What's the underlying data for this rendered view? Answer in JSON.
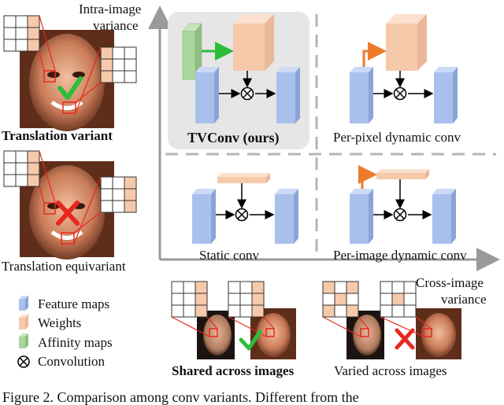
{
  "axes": {
    "y_label_line1": "Intra-image",
    "y_label_line2": "variance",
    "x_label_line1": "Cross-image",
    "x_label_line2": "variance"
  },
  "quadrants": {
    "tvconv": "TVConv (ours)",
    "per_pixel": "Per-pixel dynamic conv",
    "static": "Static conv",
    "per_image": "Per-image dynamic conv"
  },
  "left_panel": {
    "translation_variant": "Translation variant",
    "translation_equivariant": "Translation equivariant"
  },
  "bottom_panel": {
    "shared": "Shared across images",
    "varied": "Varied across images"
  },
  "legend": [
    {
      "label": "Feature maps",
      "color": "#a9c0ec"
    },
    {
      "label": "Weights",
      "color": "#f7c9ab"
    },
    {
      "label": "Affinity maps",
      "color": "#a9d69a"
    },
    {
      "label": "Convolution",
      "color": "#000000"
    }
  ],
  "caption": "Figure 2. Comparison among conv variants. Different from the",
  "colors": {
    "feature": "#a9c0ec",
    "weight": "#f7c9ab",
    "affinity": "#a9d69a",
    "highlight_box": "#e6e6e6",
    "red": "#e8281f",
    "green": "#2dbd3a",
    "orange": "#ee7b2c"
  }
}
